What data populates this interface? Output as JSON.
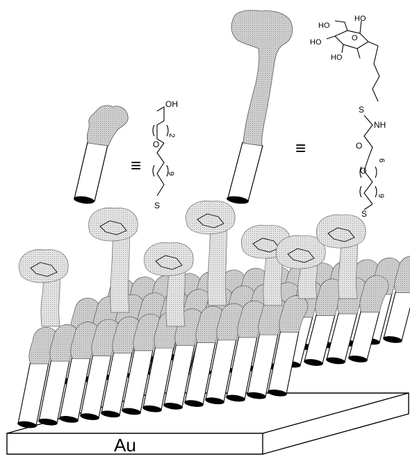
{
  "substrate": {
    "label": "Au"
  },
  "top_left_molecule": {
    "equiv_symbol": "≡",
    "atoms": {
      "hydroxyl": "OH",
      "oxygen": "O",
      "sulfur": "S"
    },
    "subscripts": {
      "ethylene_glycol": "2",
      "alkyl": "9"
    }
  },
  "top_right_molecule": {
    "equiv_symbol": "≡",
    "sugar_atoms": [
      "HO",
      "HO",
      "HO",
      "HO",
      "O"
    ],
    "atoms": {
      "sulfur_upper": "S",
      "amide_nh": "NH",
      "carbonyl_o": "O",
      "ether_o": "O",
      "sulfur_lower": "S"
    },
    "subscripts": {
      "ethylene_glycol": "6",
      "alkyl": "9"
    }
  },
  "colors": {
    "stipple": "#c8c8c8",
    "stroke": "#000000",
    "gold_surface": "#ffffff"
  },
  "icon_names": [
    "short-sam-molecule-icon",
    "long-glycan-molecule-icon",
    "sugar-head-icon",
    "gold-substrate-icon"
  ]
}
